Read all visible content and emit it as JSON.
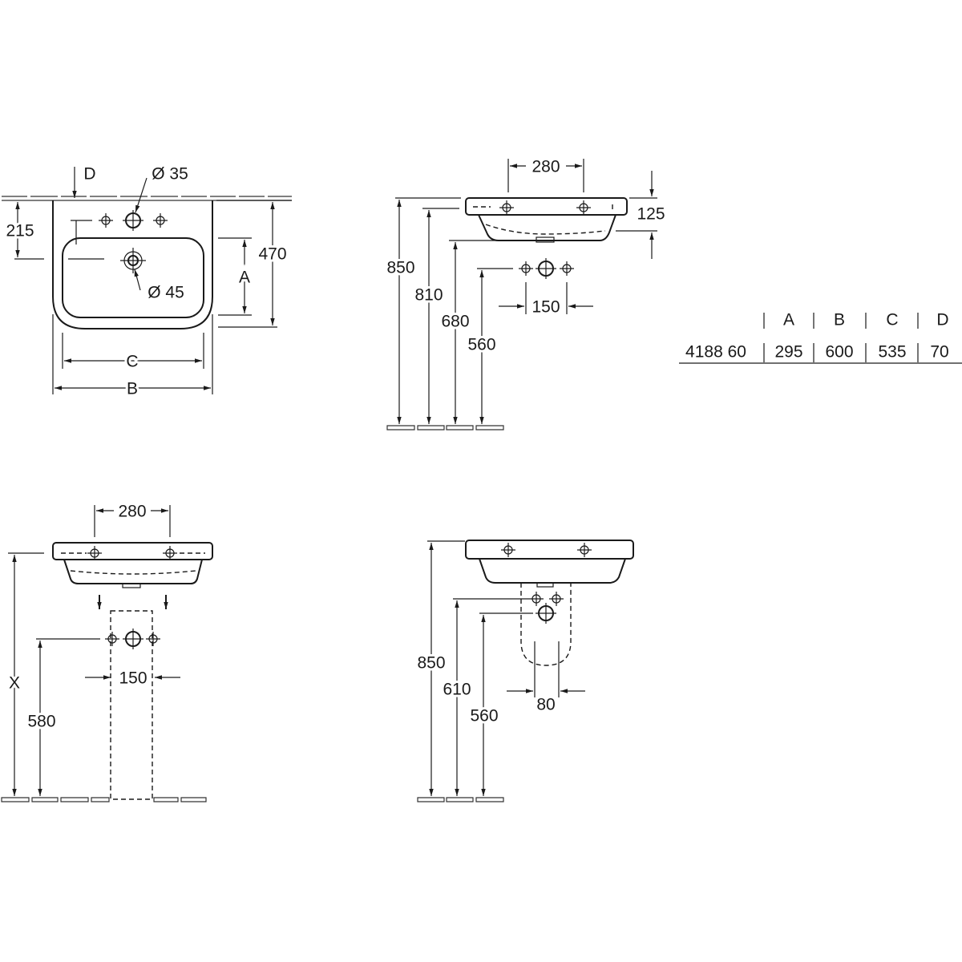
{
  "front_view": {
    "label_D": "D",
    "label_dia35": "Ø 35",
    "label_dia45": "Ø 45",
    "dim_215": "215",
    "dim_470": "470",
    "label_A": "A",
    "label_C": "C",
    "label_B": "B"
  },
  "side_view": {
    "dim_280": "280",
    "dim_125": "125",
    "dim_850": "850",
    "dim_810": "810",
    "dim_680": "680",
    "dim_560": "560",
    "dim_150": "150"
  },
  "table": {
    "headers": [
      "",
      "A",
      "B",
      "C",
      "D"
    ],
    "rows": [
      {
        "model": "4188 60",
        "A": "295",
        "B": "600",
        "C": "535",
        "D": "70"
      }
    ]
  },
  "pedestal_front": {
    "dim_280": "280",
    "dim_150": "150",
    "dim_X": "X",
    "dim_580": "580"
  },
  "pedestal_side": {
    "dim_850": "850",
    "dim_610": "610",
    "dim_560": "560",
    "dim_80": "80"
  }
}
